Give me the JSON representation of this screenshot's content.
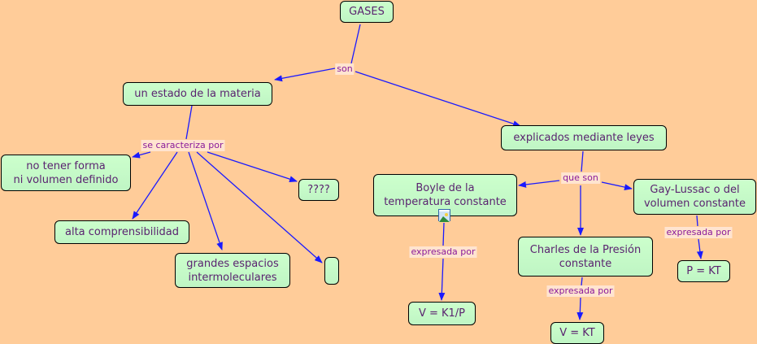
{
  "nodes": {
    "gases": "GASES",
    "estado": "un estado de la materia",
    "explicados": "explicados mediante leyes",
    "no_tener": "no tener forma\nni volumen definido",
    "interrogantes": "????",
    "alta": "alta comprensibilidad",
    "grandes": "grandes espacios\nintermoleculares",
    "vacio": "",
    "boyle": "Boyle de la\ntemperatura constante",
    "gay": "Gay-Lussac o del\nvolumen constante",
    "charles": "Charles de la Presión\nconstante",
    "v_k1p": "V = K1/P",
    "v_kt": "V = KT",
    "p_kt": "P = KT"
  },
  "links": {
    "son": "son",
    "se_caracteriza": "se caracteriza por",
    "que_son": "que son",
    "expresada_boyle": "expresada por",
    "expresada_charles": "expresada por",
    "expresada_gay": "expresada por"
  },
  "colors": {
    "line": "#1a1aff",
    "node_fill": "#ccffcc",
    "text": "#5a2370",
    "label_text": "#8a1a9a",
    "background": "#ffcc99"
  }
}
